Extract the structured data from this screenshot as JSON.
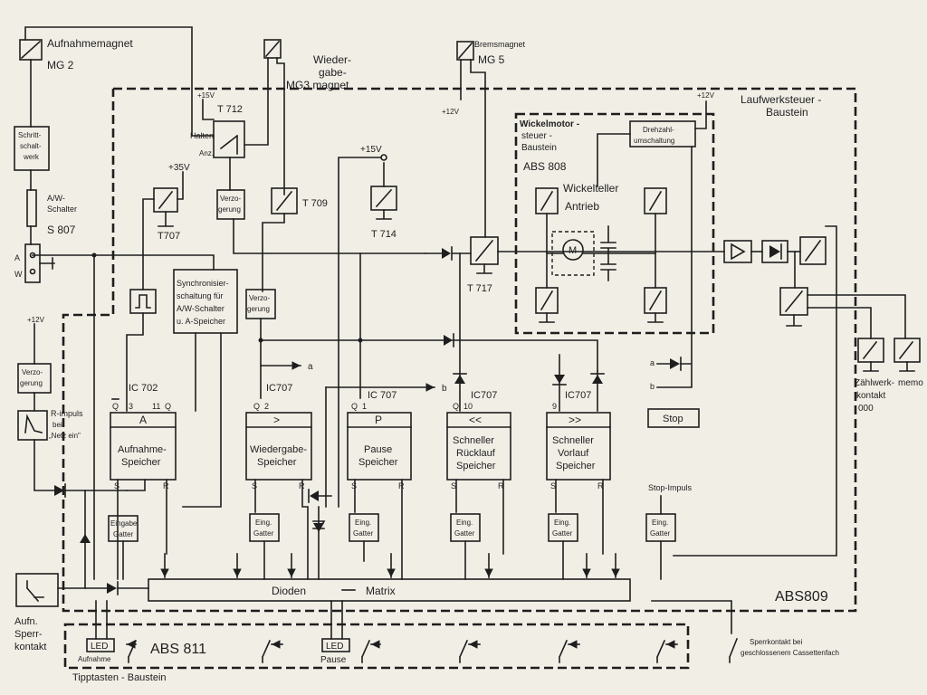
{
  "colors": {
    "ink": "#1e1e1e",
    "paper": "#f1eee6"
  },
  "labels": {
    "aufnahmemagnet": "Aufnahmemagnet",
    "mg2": "MG 2",
    "wiedergabe_1": "Wieder-",
    "wiedergabe_2": "gabe-",
    "mg3_magnet": "MG3 magnet",
    "bremsmagnet": "Bremsmagnet",
    "mg5": "MG 5",
    "v12_brems": "+12V",
    "laufwerk_1": "Laufwerksteuer -",
    "laufwerk_2": "Baustein",
    "v12_lauf": "+12V",
    "schritt_1": "Schritt-",
    "schritt_2": "schalt-",
    "schritt_3": "werk",
    "aw_schalter_1": "A/W-",
    "aw_schalter_2": "Schalter",
    "s807": "S 807",
    "a": "A",
    "w": "W",
    "v15_t712": "+15V",
    "t712": "T 712",
    "halten": "Halten",
    "anz": "Anz.",
    "v35": "+35V",
    "t707": "T707",
    "verz1_1": "Verzo-",
    "verz1_2": "gerung",
    "t709": "T 709",
    "v15_t714": "+15V",
    "t714": "T 714",
    "wickel_1": "Wickelmotor -",
    "wickel_2": "steuer -",
    "wickel_3": "Baustein",
    "abs808": "ABS 808",
    "drehzahl_1": "Drehzahl-",
    "drehzahl_2": "umschaltung",
    "wickelteller": "Wickelteller",
    "antrieb": "Antrieb",
    "motor_m": "M",
    "t717": "T 717",
    "synchron_1": "Synchronisier-",
    "synchron_2": "schaltung für",
    "synchron_3": "A/W-Schalter",
    "synchron_4": "u. A-Speicher",
    "verz2_1": "Verzo-",
    "verz2_2": "gerung",
    "v12_left": "+12V",
    "verz3_1": "Verzo-",
    "verz3_2": "gerung",
    "rimpuls_1": "R-impuls",
    "rimpuls_2": "bei",
    "rimpuls_3": "„Netz ein\"",
    "ic702": "IC 702",
    "ic707_a": "IC707",
    "ic707_b": "IC 707",
    "ic707_c": "IC707",
    "ic707_d": "IC707",
    "pin_q_bar": "Q",
    "pin_3": "3",
    "pin_11": "11",
    "pin_q1": "Q",
    "pin_2": "2",
    "pin_q2": "Q",
    "pin_1": "1",
    "pin_q3": "Q",
    "pin_10": "10",
    "pin_q4": "Q",
    "pin_9": "9",
    "out_a": "a",
    "out_b": "b",
    "mg_a": "a",
    "mg_b": "b",
    "stop": "Stop",
    "stop_impuls": "Stop-Impuls",
    "zaehl_1": "Zählwerk-",
    "zaehl_2": "kontakt",
    "zaehl_3": "000",
    "memo": "memo",
    "dioden": "Dioden",
    "matrix": "Matrix",
    "abs809": "ABS809",
    "abs811": "ABS 811",
    "tipptasten": "Tipptasten - Baustein",
    "led1": "LED",
    "led2": "LED",
    "aufnahme": "Aufnahme",
    "pause": "Pause",
    "aufn_1": "Aufn.",
    "aufn_2": "Sperr-",
    "aufn_3": "kontakt",
    "sperr_1": "Sperrkontakt bei",
    "sperr_2": "geschlossenem Cassettenfach"
  },
  "memories": [
    {
      "symbol": "A",
      "line1": "Aufnahme-",
      "line2": "Speicher",
      "s": "S",
      "r": "R"
    },
    {
      "symbol": ">",
      "line1": "Wiedergabe-",
      "line2": "Speicher",
      "s": "S",
      "r": "R"
    },
    {
      "symbol": "P",
      "line1": "Pause",
      "line2": "Speicher",
      "s": "S",
      "r": "R"
    },
    {
      "symbol": "<<",
      "line1": "Schneller",
      "line2": "Rücklauf",
      "line3": "Speicher",
      "s": "S",
      "r": "R"
    },
    {
      "symbol": ">>",
      "line1": "Schneller",
      "line2": "Vorlauf",
      "line3": "Speicher",
      "s": "S",
      "r": "R"
    }
  ],
  "gates": [
    {
      "line1": "Eingabe",
      "line2": "Gatter"
    },
    {
      "line1": "Eing.",
      "line2": "Gatter"
    },
    {
      "line1": "Eing.",
      "line2": "Gatter"
    },
    {
      "line1": "Eing.",
      "line2": "Gatter"
    },
    {
      "line1": "Eing.",
      "line2": "Gatter"
    },
    {
      "line1": "Eing.",
      "line2": "Gatter"
    }
  ]
}
